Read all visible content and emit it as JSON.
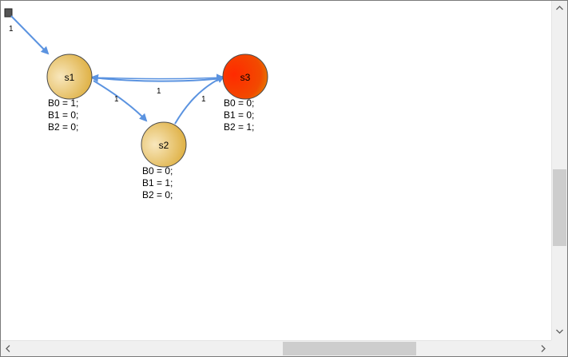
{
  "diagram": {
    "states": [
      {
        "name": "s1",
        "outputs": [
          "B0 = 1;",
          "B1 = 0;",
          "B2 = 0;"
        ]
      },
      {
        "name": "s2",
        "outputs": [
          "B0 = 0;",
          "B1 = 1;",
          "B2 = 0;"
        ]
      },
      {
        "name": "s3",
        "outputs": [
          "B0 = 0;",
          "B1 = 0;",
          "B2 = 1;"
        ]
      }
    ],
    "transitions": [
      {
        "from": "initial",
        "to": "s1",
        "label": "1"
      },
      {
        "from": "s3",
        "to": "s1",
        "label": "1"
      },
      {
        "from": "s1",
        "to": "s2",
        "label": "1"
      },
      {
        "from": "s2",
        "to": "s3",
        "label": "1"
      }
    ],
    "active_state": "s3",
    "colors": {
      "state_fill_light": "#f8e7bd",
      "state_fill_dark": "#dba933",
      "active_fill_light": "#ff2a00",
      "active_fill_dark": "#e08a00",
      "edge": "#5b93e0"
    }
  },
  "scrollbars": {
    "vertical": {
      "position": 0.45
    },
    "horizontal": {
      "position": 0.51
    }
  }
}
